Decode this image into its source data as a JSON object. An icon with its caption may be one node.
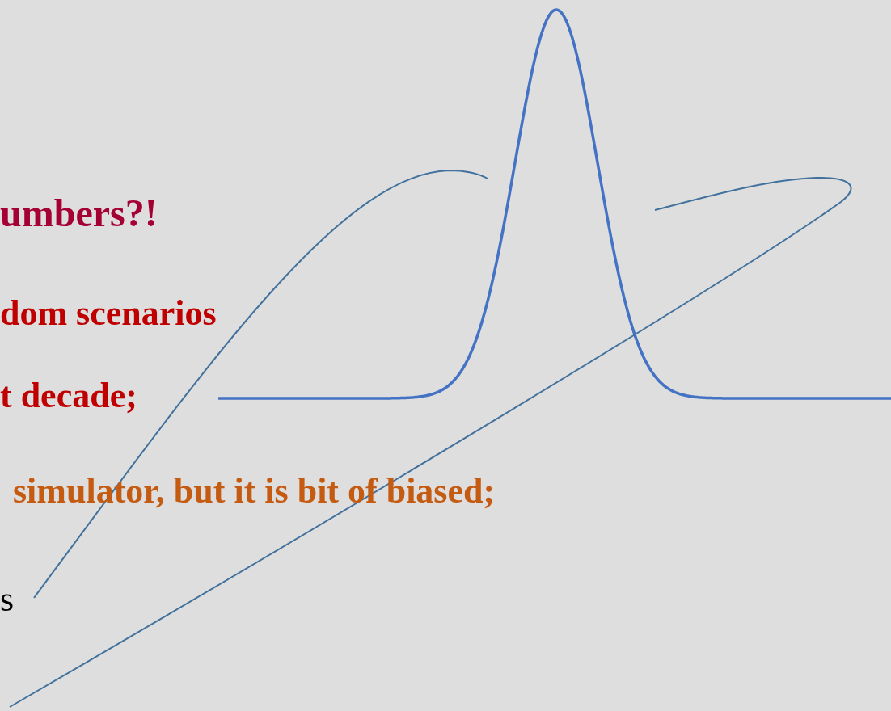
{
  "diagram": {
    "labels": [
      "umbers?!",
      "dom scenarios",
      "t decade;",
      "simulator, but it is bit of biased;",
      "s"
    ]
  }
}
